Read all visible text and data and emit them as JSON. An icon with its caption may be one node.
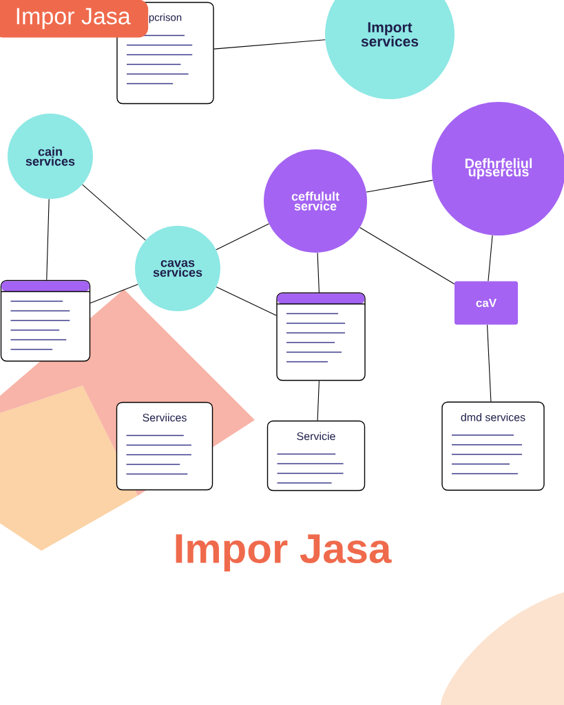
{
  "diagram": {
    "title": "Impor Jasa",
    "nodes": [
      {
        "text": [
          "pcrison"
        ]
      },
      {
        "text": [
          "Import services"
        ]
      },
      {
        "text": [
          "cain services"
        ]
      },
      {
        "text": [
          "Defhrfeliul upsercus"
        ]
      },
      {
        "text": [
          "ceffulult service"
        ]
      },
      {
        "text": [
          "cavas services"
        ]
      },
      {
        "text": [],
        "shape": "box"
      },
      {
        "text": [],
        "shape": "box"
      },
      {
        "text": [
          "caV"
        ]
      },
      {
        "text": [
          "Serviices"
        ]
      },
      {
        "text": [
          "Servicie"
        ]
      },
      {
        "text": [
          "dmd services"
        ]
      }
    ],
    "edges": [
      {
        "from": 0,
        "to": 1,
        "arrow": "none"
      },
      {
        "from": 2,
        "to": 5,
        "arrow": "none"
      },
      {
        "from": 2,
        "to": 6,
        "arrow": "none"
      },
      {
        "from": 5,
        "to": 4,
        "arrow": "none"
      },
      {
        "from": 6,
        "to": 5,
        "arrow": "none"
      },
      {
        "from": 5,
        "to": 7,
        "arrow": "none"
      },
      {
        "from": 4,
        "to": 3,
        "arrow": "none"
      },
      {
        "from": 4,
        "to": 7,
        "arrow": "none"
      },
      {
        "from": 4,
        "to": 8,
        "arrow": "none"
      },
      {
        "from": 3,
        "to": 8,
        "arrow": "none"
      },
      {
        "from": 7,
        "to": 10,
        "arrow": "none"
      },
      {
        "from": 8,
        "to": 11,
        "arrow": "none"
      }
    ],
    "labels": [
      "Impor Jasa"
    ]
  }
}
